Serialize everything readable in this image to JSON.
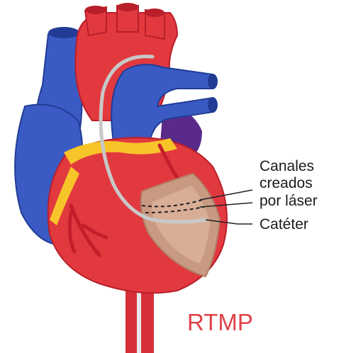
{
  "labels": {
    "line1": "Canales",
    "line2": "creados",
    "line3": "por láser",
    "line4": "Catéter"
  },
  "title": "RTMP",
  "colors": {
    "heart_red": "#e2393f",
    "heart_dark": "#b81f2a",
    "vein_blue": "#3a5bc4",
    "vein_dark": "#223c95",
    "fat_yellow": "#f7c52a",
    "purple": "#5a2a8a",
    "cut_tan": "#c99a82",
    "title_red": "#e0414a"
  }
}
